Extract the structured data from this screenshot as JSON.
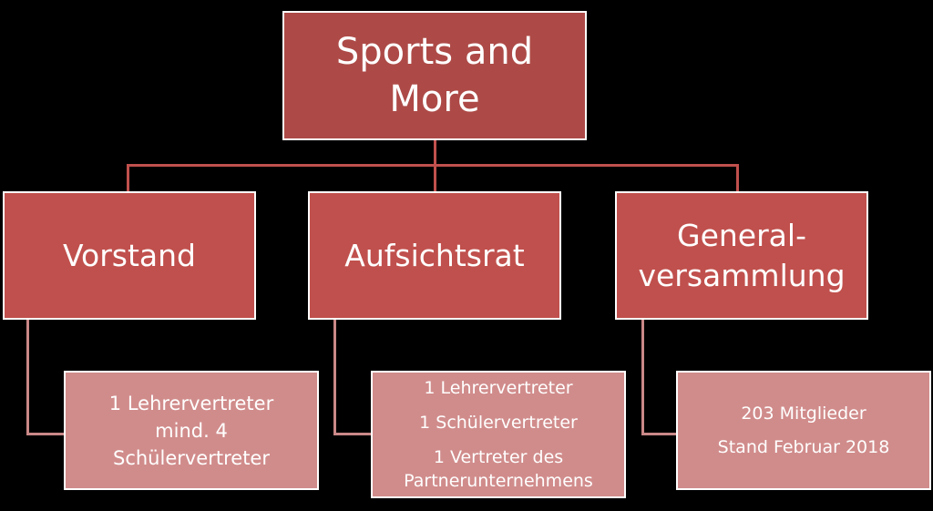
{
  "root": {
    "lines": [
      "Sports and",
      "More"
    ]
  },
  "branches": [
    {
      "title_lines": [
        "Vorstand"
      ],
      "details": [
        "1 Lehrervertreter",
        "mind. 4",
        "Schülervertreter"
      ]
    },
    {
      "title_lines": [
        "Aufsichtsrat"
      ],
      "details": [
        "1 Lehrervertreter",
        "1 Schülervertreter",
        "1 Vertreter des",
        "Partnerunternehmens"
      ]
    },
    {
      "title_lines": [
        "General-",
        "versammlung"
      ],
      "details": [
        "203 Mitglieder",
        "Stand Februar 2018"
      ]
    }
  ],
  "colors": {
    "root": "#ad4a47",
    "branch": "#c0504d",
    "detail": "#d08c8b"
  }
}
